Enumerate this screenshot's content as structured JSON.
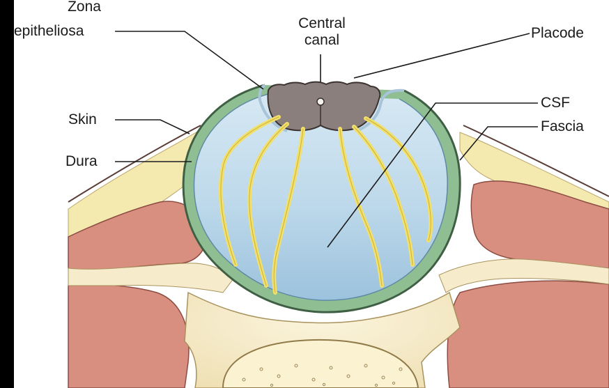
{
  "labels": {
    "zona_epitheliosa": "Zona\nepitheliosa",
    "central_canal": "Central\ncanal",
    "placode": "Placode",
    "skin": "Skin",
    "csf": "CSF",
    "fascia": "Fascia",
    "dura": "Dura"
  },
  "colors": {
    "csf_fill": "#bcd8ea",
    "dura_green": "#7aa882",
    "placode_gray": "#8a7f7d",
    "nerve_yellow": "#f2e06a",
    "muscle_pink": "#d98f80",
    "fat_yellow": "#f4eab0",
    "bone_cream": "#f6eccc",
    "skin_line": "#5a3d38"
  }
}
